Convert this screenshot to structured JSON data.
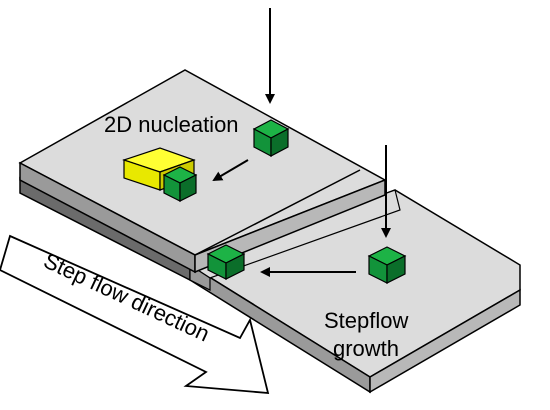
{
  "labels": {
    "nucleation": "2D nucleation",
    "stepflow_line1": "Stepflow",
    "stepflow_line2": "growth",
    "direction": "Step flow direction"
  },
  "colors": {
    "terrace_top": "#dcdcdc",
    "terrace_front": "#9a9a9a",
    "terrace_side": "#b8b8b8",
    "lower_body": "#6b6b6b",
    "adatom_top": "#1db346",
    "adatom_left": "#12933a",
    "adatom_right": "#0b6e2a",
    "island_top": "#ffff33",
    "island_left": "#e8e800",
    "island_right": "#cccc00",
    "outline": "#000000"
  }
}
